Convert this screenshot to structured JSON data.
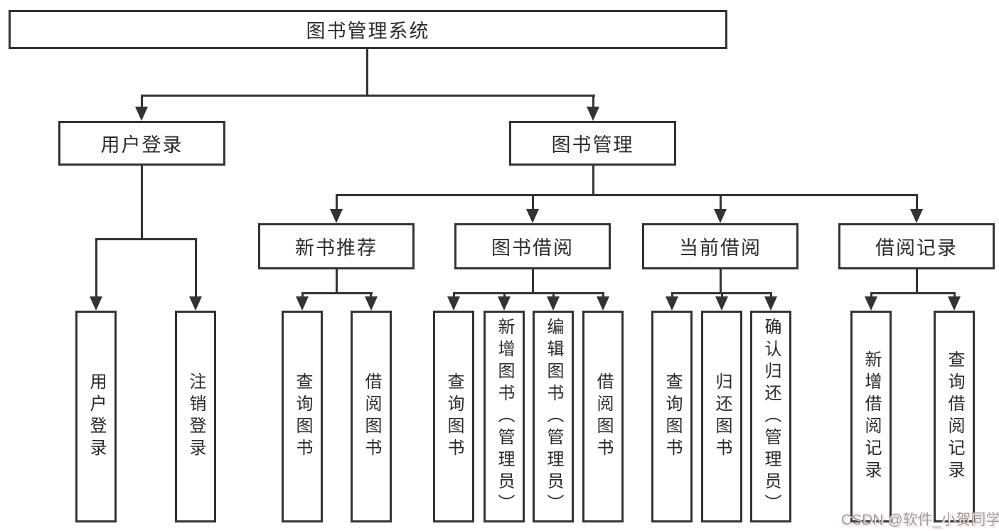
{
  "diagram_title": "图书管理系统",
  "nodes": {
    "root": {
      "label": "图书管理系统"
    },
    "user_login": {
      "label": "用户登录"
    },
    "book_mgmt": {
      "label": "图书管理"
    },
    "new_book_rec": {
      "label": "新书推荐"
    },
    "book_borrow": {
      "label": "图书借阅"
    },
    "current_borrow": {
      "label": "当前借阅"
    },
    "borrow_record": {
      "label": "借阅记录"
    },
    "leaf_user_login": {
      "label": "用户登录"
    },
    "leaf_logout": {
      "label": "注销登录"
    },
    "leaf_query_book_1": {
      "label": "查询图书"
    },
    "leaf_borrow_book_1": {
      "label": "借阅图书"
    },
    "leaf_query_book_2": {
      "label": "查询图书"
    },
    "leaf_add_book": {
      "label": "新增图书（管理员）"
    },
    "leaf_edit_book": {
      "label": "编辑图书（管理员）"
    },
    "leaf_borrow_book_2": {
      "label": "借阅图书"
    },
    "leaf_query_book_3": {
      "label": "查询图书"
    },
    "leaf_return_book": {
      "label": "归还图书"
    },
    "leaf_confirm_return": {
      "label": "确认归还（管理员）"
    },
    "leaf_add_record": {
      "label": "新增借阅记录"
    },
    "leaf_query_record": {
      "label": "查询借阅记录"
    }
  },
  "tree": {
    "label": "图书管理系统",
    "children": [
      {
        "label": "用户登录",
        "children": [
          {
            "label": "用户登录"
          },
          {
            "label": "注销登录"
          }
        ]
      },
      {
        "label": "图书管理",
        "children": [
          {
            "label": "新书推荐",
            "children": [
              {
                "label": "查询图书"
              },
              {
                "label": "借阅图书"
              }
            ]
          },
          {
            "label": "图书借阅",
            "children": [
              {
                "label": "查询图书"
              },
              {
                "label": "新增图书（管理员）"
              },
              {
                "label": "编辑图书（管理员）"
              },
              {
                "label": "借阅图书"
              }
            ]
          },
          {
            "label": "当前借阅",
            "children": [
              {
                "label": "查询图书"
              },
              {
                "label": "归还图书"
              },
              {
                "label": "确认归还（管理员）"
              }
            ]
          },
          {
            "label": "借阅记录",
            "children": [
              {
                "label": "新增借阅记录"
              },
              {
                "label": "查询借阅记录"
              }
            ]
          }
        ]
      }
    ]
  },
  "watermark": {
    "text": "CSDN @软件_小贺同学"
  },
  "colors": {
    "line": "#333333",
    "background": "#ffffff",
    "watermark_gray": "#9c9c9c"
  }
}
